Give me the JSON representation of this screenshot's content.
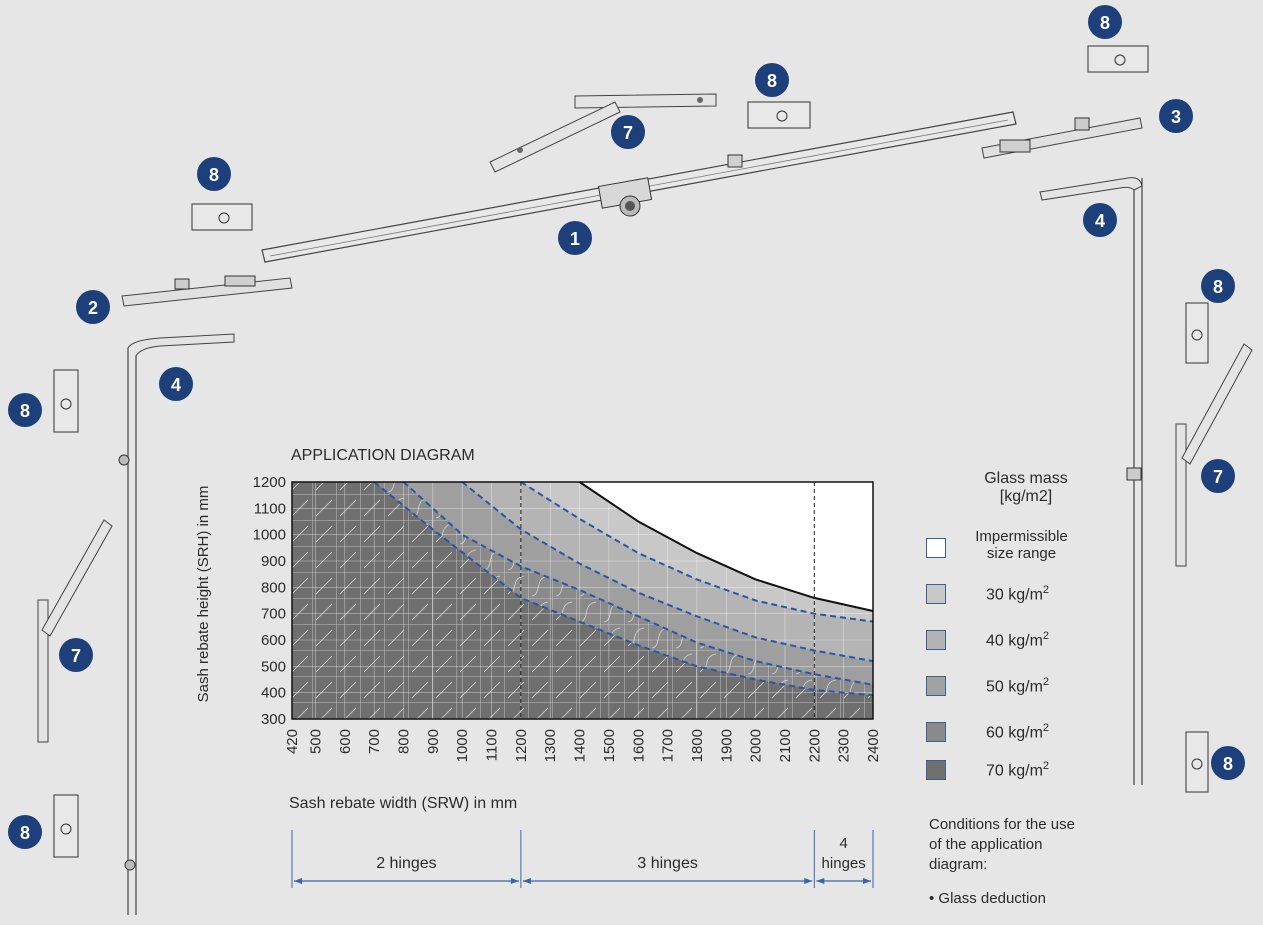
{
  "callouts": [
    {
      "number": "1",
      "part": "top-gear"
    },
    {
      "number": "2",
      "part": "corner-drive-top-left"
    },
    {
      "number": "3",
      "part": "corner-drive-top-right"
    },
    {
      "number": "4",
      "part": "corner-hinge-left"
    },
    {
      "number": "4",
      "part": "corner-hinge-right"
    },
    {
      "number": "7",
      "part": "stay-arm-top"
    },
    {
      "number": "7",
      "part": "stay-arm-left"
    },
    {
      "number": "7",
      "part": "stay-arm-right"
    },
    {
      "number": "8",
      "part": "keeper"
    }
  ],
  "colors": {
    "callout_fill": "#1d3f7a",
    "dashed_curve": "#2a56a8",
    "dimension_line": "#3a64b0",
    "background": "#e6e6e6",
    "zone_30": "#c8c8c8",
    "zone_40": "#b3b3b3",
    "zone_50": "#9e9e9e",
    "zone_60": "#8a8a8a",
    "zone_70": "#6f6f6f"
  },
  "chart_data": {
    "type": "area",
    "title": "APPLICATION DIAGRAM",
    "xlabel": "Sash rebate width (SRW) in mm",
    "ylabel": "Sash rebate height (SRH) in mm",
    "xlim": [
      420,
      2400
    ],
    "ylim": [
      300,
      1200
    ],
    "x_ticks": [
      "420",
      "500",
      "600",
      "700",
      "800",
      "900",
      "1000",
      "1100",
      "1200",
      "1300",
      "1400",
      "1500",
      "1600",
      "1700",
      "1800",
      "1900",
      "2000",
      "2100",
      "2200",
      "2300",
      "2400"
    ],
    "y_ticks": [
      "300",
      "400",
      "500",
      "600",
      "700",
      "800",
      "900",
      "1000",
      "1100",
      "1200"
    ],
    "series": [
      {
        "name": "30 kg/m2",
        "x": [
          1400,
          1600,
          1800,
          2000,
          2200,
          2400
        ],
        "y": [
          1200,
          1050,
          930,
          830,
          760,
          710
        ]
      },
      {
        "name": "40 kg/m2",
        "x": [
          1200,
          1400,
          1600,
          1800,
          2000,
          2200,
          2400
        ],
        "y": [
          1200,
          1060,
          930,
          830,
          750,
          700,
          670
        ]
      },
      {
        "name": "50 kg/m2",
        "x": [
          1000,
          1200,
          1400,
          1600,
          1800,
          2000,
          2200,
          2400
        ],
        "y": [
          1200,
          1020,
          890,
          780,
          690,
          610,
          560,
          520
        ]
      },
      {
        "name": "60 kg/m2",
        "x": [
          800,
          1000,
          1200,
          1400,
          1600,
          1800,
          2000,
          2200,
          2400
        ],
        "y": [
          1200,
          1000,
          880,
          790,
          690,
          590,
          520,
          470,
          430
        ]
      },
      {
        "name": "70 kg/m2",
        "x": [
          700,
          900,
          1200,
          1400,
          1600,
          1800,
          2000,
          2200,
          2400
        ],
        "y": [
          1200,
          1020,
          760,
          670,
          580,
          500,
          450,
          410,
          390
        ]
      }
    ],
    "hinge_ranges": [
      {
        "label": "2 hinges",
        "from": 420,
        "to": 1200
      },
      {
        "label": "3 hinges",
        "from": 1200,
        "to": 2200
      },
      {
        "label": "4 hinges",
        "from": 2200,
        "to": 2400
      }
    ],
    "hinge_label_4_line1": "4",
    "hinge_label_4_line2": "hinges"
  },
  "legend": {
    "title_line1": "Glass mass",
    "title_line2": "[kg/m2]",
    "items": [
      {
        "line1": "Impermissible",
        "line2": "size range",
        "color": "#ffffff"
      },
      {
        "base": "30 kg/m",
        "sup": "2",
        "color": "#c8c8c8"
      },
      {
        "base": "40 kg/m",
        "sup": "2",
        "color": "#b3b3b3"
      },
      {
        "base": "50 kg/m",
        "sup": "2",
        "color": "#a2a2a2"
      },
      {
        "base": "60 kg/m",
        "sup": "2",
        "color": "#8a8a8a"
      },
      {
        "base": "70 kg/m",
        "sup": "2",
        "color": "#6f6f6f"
      }
    ]
  },
  "conditions": {
    "line1": "Conditions for the use",
    "line2": "of the application",
    "line3": "diagram:",
    "bullet": "• Glass deduction"
  }
}
